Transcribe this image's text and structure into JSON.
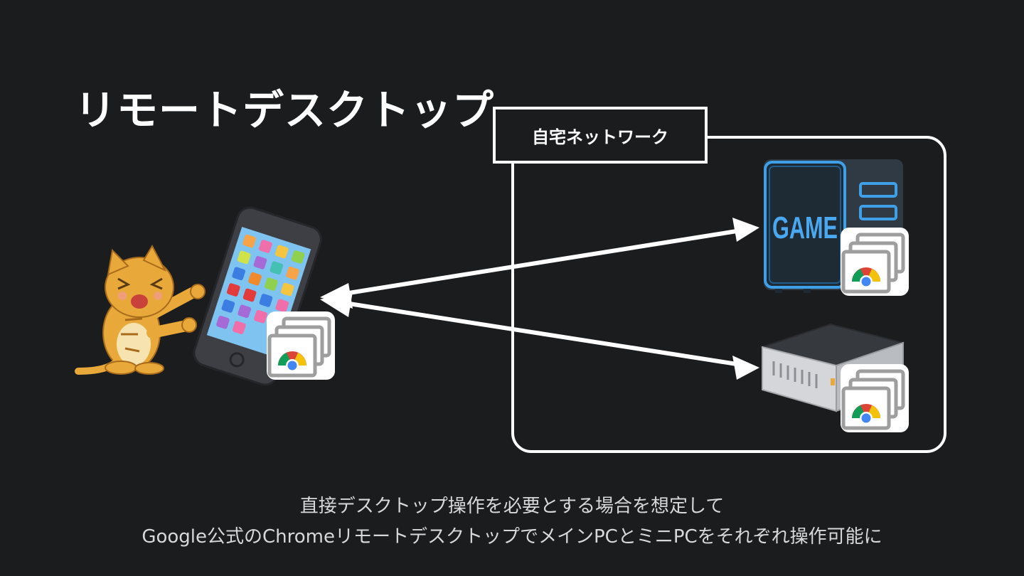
{
  "title": "リモートデスクトップ",
  "network": {
    "label": "自宅ネットワーク"
  },
  "devices": {
    "gaming_pc_label": "GAME"
  },
  "caption": {
    "line1": "直接デスクトップ操作を必要とする場合を想定して",
    "line2": "Google公式のChromeリモートデスクトップでメインPCとミニPCをそれぞれ操作可能に"
  },
  "colors": {
    "background": "#1b1c1e",
    "foreground": "#ffffff",
    "game_pc_accent": "#3fa0e8",
    "cat": "#e8a93a",
    "chrome_red": "#db4437",
    "chrome_yellow": "#f4c20d",
    "chrome_green": "#0f9d58",
    "chrome_blue": "#4285f4"
  }
}
